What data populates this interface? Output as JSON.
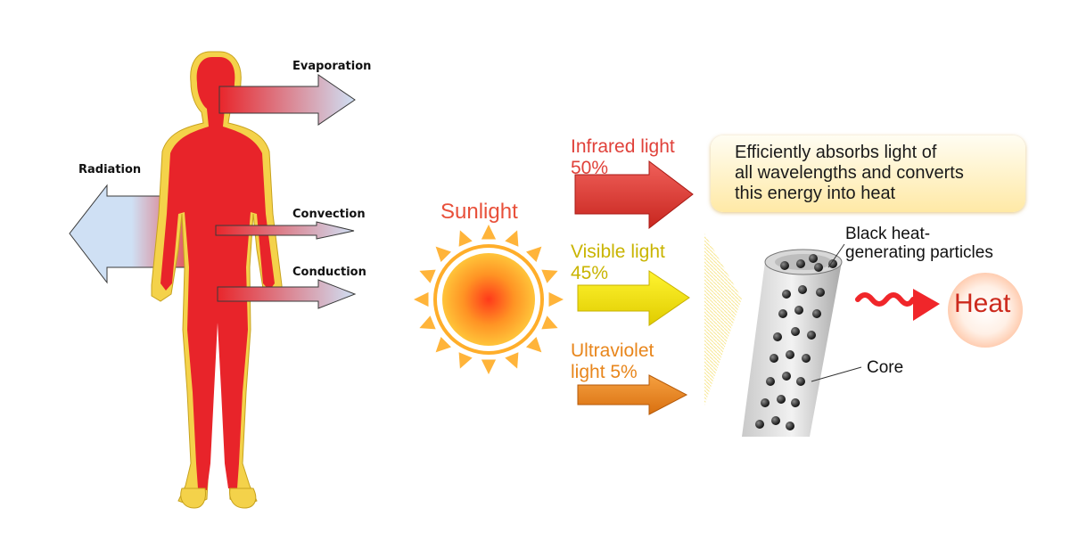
{
  "body_diagram": {
    "evaporation_label": "Evaporation",
    "radiation_label": "Radiation",
    "convection_label": "Convection",
    "conduction_label": "Conduction"
  },
  "sunlight_diagram": {
    "sunlight_label": "Sunlight",
    "infrared": {
      "name": "Infrared light",
      "percent": "50%",
      "color": "#e0413a"
    },
    "visible": {
      "name": "Visible light",
      "percent": "45%",
      "color": "#f2e40c"
    },
    "ultraviolet": {
      "line1": "Ultraviolet",
      "line2": "light 5%",
      "color": "#e8861c"
    },
    "callout_text": "Efficiently absorbs light of\nall wavelengths and converts\nthis energy into heat",
    "particles_label": "Black heat-\ngenerating particles",
    "core_label": "Core",
    "heat_label": "Heat"
  }
}
